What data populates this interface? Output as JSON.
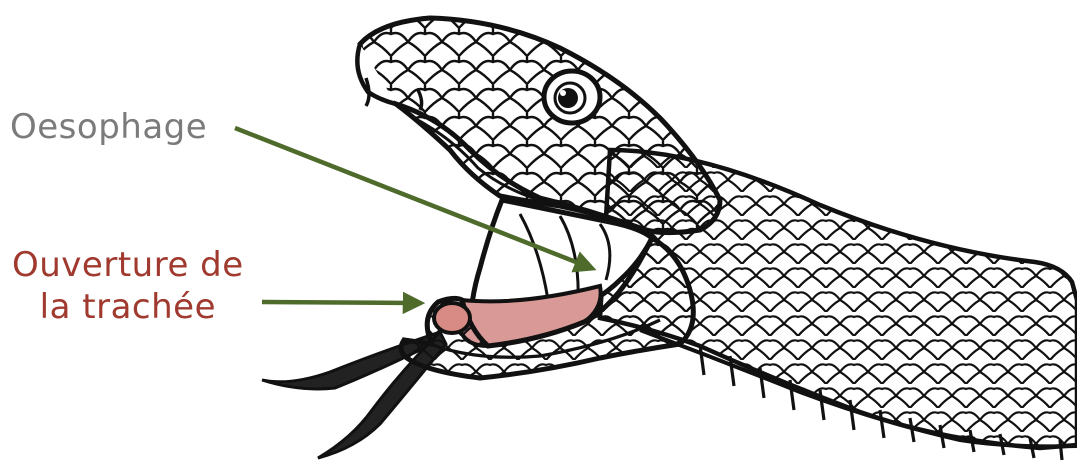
{
  "labels": {
    "oesophagus": "Oesophage",
    "trachea_line1": "Ouverture de",
    "trachea_line2": "la trachée"
  },
  "colors": {
    "oesophagus_label": "#7b7b7b",
    "trachea_label": "#a0392e",
    "arrow": "#4e6b2c",
    "outline": "#111111",
    "mouth_fill": "#d99a97",
    "glottis_fill": "#d88b85",
    "tongue": "#222222"
  }
}
